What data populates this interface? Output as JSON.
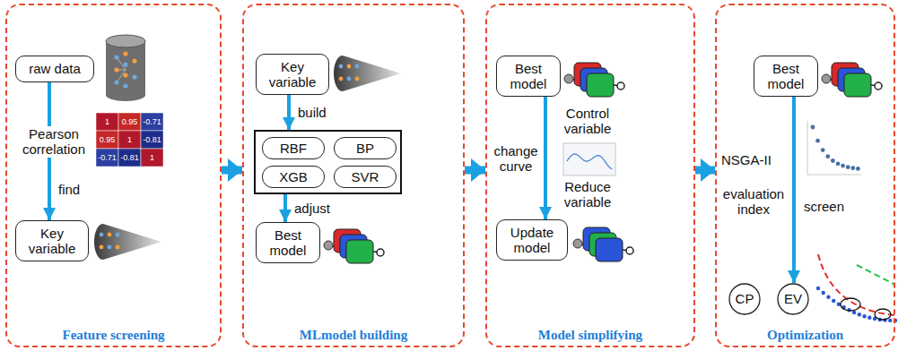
{
  "diagram": {
    "nodes": [
      {
        "text": [
          "Feature screening"
        ]
      },
      {
        "text": [
          "raw data"
        ],
        "in": 0
      },
      {
        "text": [
          "Key variable"
        ],
        "in": 0
      },
      {
        "text": [
          "MLmodel building"
        ]
      },
      {
        "text": [
          "Key variable"
        ],
        "in": 3
      },
      {
        "text": [],
        "in": 3
      },
      {
        "text": [
          "RBF"
        ],
        "in": 5
      },
      {
        "text": [
          "BP"
        ],
        "in": 5
      },
      {
        "text": [
          "XGB"
        ],
        "in": 5
      },
      {
        "text": [
          "SVR"
        ],
        "in": 5
      },
      {
        "text": [
          "Best model"
        ],
        "in": 3
      },
      {
        "text": [
          "Model simplifying"
        ]
      },
      {
        "text": [
          "Best model"
        ],
        "in": 11
      },
      {
        "text": [
          "Update model"
        ],
        "in": 11
      },
      {
        "text": [
          "Optimization"
        ]
      },
      {
        "text": [
          "Best model"
        ],
        "in": 14
      },
      {
        "text": [
          "CP"
        ],
        "in": 14
      },
      {
        "text": [
          "EV"
        ],
        "in": 14
      }
    ],
    "edges": [
      {
        "from": 1,
        "to": 2,
        "label": "find",
        "arrow": "to"
      },
      {
        "from": 0,
        "to": 3,
        "arrow": "to"
      },
      {
        "from": 4,
        "to": 5,
        "label": "build",
        "arrow": "to"
      },
      {
        "from": 5,
        "to": 10,
        "label": "adjust",
        "arrow": "to"
      },
      {
        "from": 3,
        "to": 11,
        "arrow": "to"
      },
      {
        "from": 12,
        "to": 13,
        "arrow": "to"
      },
      {
        "from": 11,
        "to": 14,
        "arrow": "to"
      },
      {
        "from": 15,
        "to": 17,
        "arrow": "to"
      }
    ],
    "labels": [
      "Pearson correlation",
      "1",
      "0.95",
      "-0.71",
      "0.95",
      "1",
      "-0.81",
      "-0.71",
      "-0.81",
      "1",
      "Control variable",
      "change curve",
      "Reduce variable",
      "NSGA-II",
      "evaluation index",
      "screen"
    ]
  }
}
